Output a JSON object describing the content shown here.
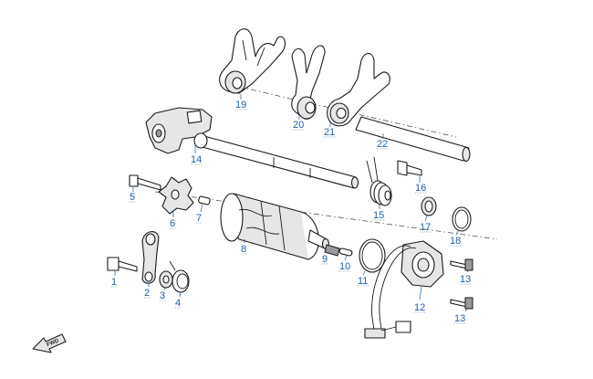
{
  "diagram": {
    "callouts": [
      "1",
      "2",
      "3",
      "4",
      "5",
      "6",
      "7",
      "8",
      "9",
      "10",
      "11",
      "12",
      "13",
      "13",
      "14",
      "15",
      "16",
      "17",
      "18",
      "19",
      "20",
      "21",
      "22"
    ],
    "direction_arrow": "FWD"
  }
}
